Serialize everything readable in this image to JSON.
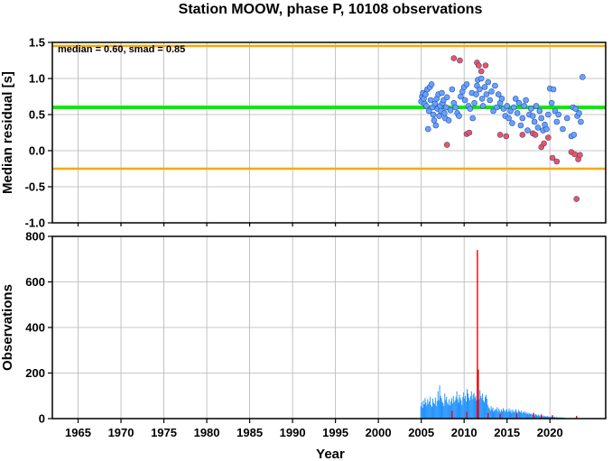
{
  "chart_data": [
    {
      "type": "scatter",
      "title": "Station MOOW, phase P, 10108 observations",
      "xlabel": "",
      "ylabel": "Median residual [s]",
      "annotation": "median = 0.60, smad = 0.85",
      "xlim": [
        1962,
        2026.5
      ],
      "ylim": [
        -1.0,
        1.5
      ],
      "x_ticks": [
        1965,
        1970,
        1975,
        1980,
        1985,
        1990,
        1995,
        2000,
        2005,
        2010,
        2015,
        2020
      ],
      "y_ticks": [
        -1.0,
        -0.5,
        0.0,
        0.5,
        1.0,
        1.5
      ],
      "y_tick_labels": [
        "-1.0",
        "-0.5",
        "0.0",
        "0.5",
        "1.0",
        "1.5"
      ],
      "grid": true,
      "reference_lines": [
        {
          "y": 0.6,
          "color": "#00ee00"
        },
        {
          "y": 1.45,
          "color": "#ffa500"
        },
        {
          "y": -0.25,
          "color": "#ffa500"
        }
      ],
      "series": [
        {
          "color": "#6aa0ff",
          "points": [
            [
              2005.0,
              0.68
            ],
            [
              2005.1,
              0.75
            ],
            [
              2005.2,
              0.8
            ],
            [
              2005.3,
              0.72
            ],
            [
              2005.4,
              0.65
            ],
            [
              2005.5,
              0.78
            ],
            [
              2005.6,
              0.62
            ],
            [
              2005.7,
              0.85
            ],
            [
              2005.8,
              0.3
            ],
            [
              2005.9,
              0.55
            ],
            [
              2006.0,
              0.88
            ],
            [
              2006.1,
              0.7
            ],
            [
              2006.2,
              0.92
            ],
            [
              2006.3,
              0.6
            ],
            [
              2006.4,
              0.5
            ],
            [
              2006.5,
              0.42
            ],
            [
              2006.6,
              0.65
            ],
            [
              2006.7,
              0.35
            ],
            [
              2006.8,
              0.72
            ],
            [
              2006.9,
              0.58
            ],
            [
              2007.0,
              0.78
            ],
            [
              2007.1,
              0.48
            ],
            [
              2007.2,
              0.62
            ],
            [
              2007.3,
              0.55
            ],
            [
              2007.4,
              0.8
            ],
            [
              2007.5,
              0.66
            ],
            [
              2007.6,
              0.7
            ],
            [
              2007.7,
              0.52
            ],
            [
              2007.8,
              0.45
            ],
            [
              2007.9,
              0.6
            ],
            [
              2008.0,
              0.74
            ],
            [
              2008.2,
              0.42
            ],
            [
              2008.4,
              0.56
            ],
            [
              2008.6,
              0.85
            ],
            [
              2008.8,
              0.66
            ],
            [
              2009.0,
              0.6
            ],
            [
              2009.2,
              0.52
            ],
            [
              2009.4,
              0.48
            ],
            [
              2009.6,
              0.75
            ],
            [
              2009.8,
              0.82
            ],
            [
              2010.0,
              0.88
            ],
            [
              2010.1,
              0.7
            ],
            [
              2010.3,
              0.92
            ],
            [
              2010.5,
              0.62
            ],
            [
              2010.7,
              0.58
            ],
            [
              2010.9,
              0.8
            ],
            [
              2011.0,
              0.45
            ],
            [
              2011.2,
              0.66
            ],
            [
              2011.4,
              0.78
            ],
            [
              2011.5,
              0.9
            ],
            [
              2011.6,
              0.98
            ],
            [
              2011.8,
              0.85
            ],
            [
              2012.0,
              1.0
            ],
            [
              2012.1,
              0.72
            ],
            [
              2012.2,
              0.62
            ],
            [
              2012.4,
              0.88
            ],
            [
              2012.6,
              0.78
            ],
            [
              2012.8,
              0.95
            ],
            [
              2013.0,
              0.7
            ],
            [
              2013.2,
              0.82
            ],
            [
              2013.4,
              0.55
            ],
            [
              2013.6,
              0.9
            ],
            [
              2013.8,
              0.6
            ],
            [
              2014.0,
              0.78
            ],
            [
              2014.2,
              0.66
            ],
            [
              2014.4,
              0.72
            ],
            [
              2014.6,
              0.58
            ],
            [
              2014.8,
              0.48
            ],
            [
              2015.0,
              0.62
            ],
            [
              2015.2,
              0.45
            ],
            [
              2015.4,
              0.55
            ],
            [
              2015.6,
              0.38
            ],
            [
              2015.8,
              0.6
            ],
            [
              2016.0,
              0.72
            ],
            [
              2016.2,
              0.52
            ],
            [
              2016.4,
              0.66
            ],
            [
              2016.6,
              0.35
            ],
            [
              2016.8,
              0.45
            ],
            [
              2017.0,
              0.62
            ],
            [
              2017.2,
              0.7
            ],
            [
              2017.4,
              0.28
            ],
            [
              2017.6,
              0.5
            ],
            [
              2017.8,
              0.58
            ],
            [
              2018.0,
              0.48
            ],
            [
              2018.2,
              0.4
            ],
            [
              2018.4,
              0.62
            ],
            [
              2018.6,
              0.32
            ],
            [
              2018.8,
              0.55
            ],
            [
              2019.0,
              0.45
            ],
            [
              2019.2,
              0.28
            ],
            [
              2019.4,
              0.36
            ],
            [
              2019.6,
              0.3
            ],
            [
              2019.8,
              0.5
            ],
            [
              2020.0,
              0.86
            ],
            [
              2020.2,
              0.66
            ],
            [
              2020.4,
              0.85
            ],
            [
              2020.6,
              0.55
            ],
            [
              2020.8,
              0.4
            ],
            [
              2021.0,
              0.5
            ],
            [
              2021.5,
              0.3
            ],
            [
              2022.0,
              0.45
            ],
            [
              2022.5,
              0.2
            ],
            [
              2022.7,
              0.6
            ],
            [
              2022.8,
              0.22
            ],
            [
              2023.0,
              0.58
            ],
            [
              2023.2,
              0.48
            ],
            [
              2023.4,
              0.52
            ],
            [
              2023.6,
              0.4
            ],
            [
              2023.8,
              1.02
            ]
          ]
        },
        {
          "color": "#ff5050",
          "points": [
            [
              2008.0,
              0.08
            ],
            [
              2008.8,
              1.28
            ],
            [
              2009.5,
              1.25
            ],
            [
              2010.3,
              0.23
            ],
            [
              2010.6,
              0.25
            ],
            [
              2011.5,
              1.22
            ],
            [
              2011.7,
              1.18
            ],
            [
              2012.0,
              1.1
            ],
            [
              2012.5,
              1.18
            ],
            [
              2014.2,
              0.22
            ],
            [
              2014.9,
              0.2
            ],
            [
              2016.8,
              0.22
            ],
            [
              2018.0,
              0.24
            ],
            [
              2018.3,
              0.22
            ],
            [
              2019.0,
              0.05
            ],
            [
              2019.3,
              0.1
            ],
            [
              2019.8,
              0.18
            ],
            [
              2020.3,
              -0.1
            ],
            [
              2020.8,
              -0.15
            ],
            [
              2022.5,
              -0.02
            ],
            [
              2022.9,
              -0.05
            ],
            [
              2023.1,
              -0.67
            ],
            [
              2023.3,
              -0.12
            ],
            [
              2023.5,
              -0.06
            ]
          ]
        }
      ]
    },
    {
      "type": "bar",
      "title": "",
      "xlabel": "Year",
      "ylabel": "Observations",
      "xlim": [
        1962,
        2026.5
      ],
      "ylim": [
        0,
        800
      ],
      "x_ticks": [
        1965,
        1970,
        1975,
        1980,
        1985,
        1990,
        1995,
        2000,
        2005,
        2010,
        2015,
        2020
      ],
      "y_ticks": [
        0,
        200,
        400,
        600,
        800
      ],
      "grid": true,
      "series": [
        {
          "color": "#1e90ff",
          "x_start": 2004.9,
          "bin_width": 0.1,
          "values": [
            55,
            72,
            48,
            80,
            62,
            90,
            70,
            58,
            85,
            66,
            75,
            95,
            60,
            52,
            88,
            70,
            64,
            92,
            55,
            78,
            120,
            80,
            145,
            100,
            90,
            74,
            68,
            55,
            110,
            82,
            95,
            70,
            62,
            85,
            58,
            76,
            90,
            66,
            100,
            72,
            80,
            95,
            120,
            85,
            70,
            105,
            90,
            80,
            60,
            95,
            115,
            88,
            100,
            75,
            130,
            110,
            92,
            80,
            98,
            120,
            85,
            105,
            112,
            90,
            100,
            80,
            70,
            95,
            85,
            125,
            100,
            90,
            110,
            80,
            72,
            95,
            105,
            88,
            60,
            50,
            45,
            35,
            55,
            40,
            48,
            30,
            36,
            42,
            38,
            50,
            30,
            44,
            35,
            28,
            40,
            32,
            46,
            38,
            30,
            36,
            42,
            28,
            34,
            45,
            30,
            38,
            25,
            40,
            32,
            28,
            35,
            42,
            30,
            26,
            38,
            32,
            28,
            35,
            24,
            30,
            26,
            32,
            22,
            28,
            20,
            26,
            18,
            24,
            20,
            22,
            16,
            20,
            18,
            14,
            20,
            16,
            12,
            18,
            14,
            10,
            15,
            12,
            10,
            14,
            9,
            12,
            8,
            10,
            12,
            8,
            6,
            10,
            8,
            7,
            9,
            6,
            8,
            5,
            7,
            6,
            5,
            6,
            4,
            5,
            6,
            3,
            5,
            4,
            3,
            2
          ]
        },
        {
          "color": "#ee0000",
          "spikes": [
            [
              2011.55,
              740
            ],
            [
              2011.65,
              215
            ],
            [
              2008.6,
              35
            ],
            [
              2010.3,
              30
            ],
            [
              2012.8,
              25
            ],
            [
              2014.2,
              20
            ],
            [
              2016.1,
              22
            ],
            [
              2018.1,
              25
            ],
            [
              2019.0,
              18
            ],
            [
              2020.3,
              15
            ],
            [
              2023.1,
              12
            ]
          ]
        }
      ]
    }
  ]
}
